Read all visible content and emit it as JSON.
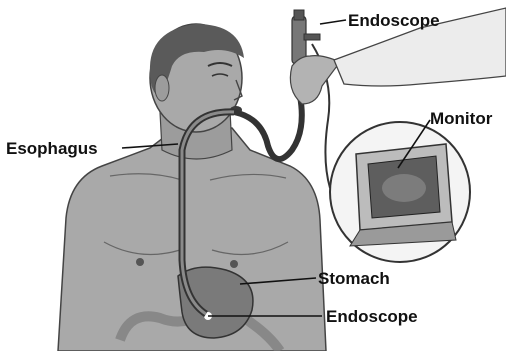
{
  "labels": {
    "endoscope_top": "Endoscope",
    "monitor": "Monitor",
    "esophagus": "Esophagus",
    "stomach": "Stomach",
    "endoscope_bottom": "Endoscope"
  },
  "colors": {
    "skin": "#a9a9a9",
    "skin_shadow": "#8c8c8c",
    "hair": "#5a5a5a",
    "tube": "#6e6e6e",
    "organ": "#7a7a7a",
    "monitor_screen": "#5e5e5e",
    "label_text": "#111111"
  },
  "icons": [
    "patient-figure",
    "endoscope-device",
    "hand",
    "monitor-magnified"
  ]
}
